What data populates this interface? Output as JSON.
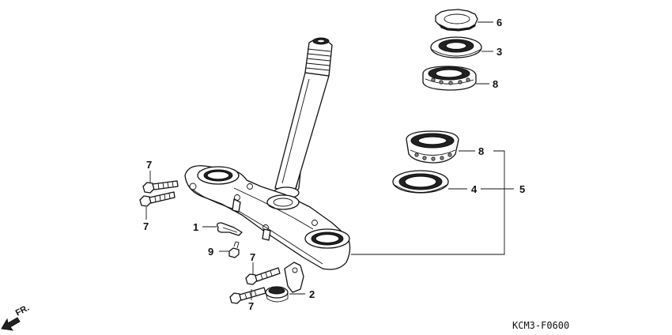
{
  "diagram": {
    "diagram_code": "KCM3-F0600",
    "direction_label": "FR.",
    "callouts": [
      {
        "id": "c6",
        "label": "6"
      },
      {
        "id": "c3",
        "label": "3"
      },
      {
        "id": "c8a",
        "label": "8"
      },
      {
        "id": "c8b",
        "label": "8"
      },
      {
        "id": "c4",
        "label": "4"
      },
      {
        "id": "c5",
        "label": "5"
      },
      {
        "id": "c7a",
        "label": "7"
      },
      {
        "id": "c7b",
        "label": "7"
      },
      {
        "id": "c1",
        "label": "1"
      },
      {
        "id": "c9",
        "label": "9"
      },
      {
        "id": "c7c",
        "label": "7"
      },
      {
        "id": "c7d",
        "label": "7"
      },
      {
        "id": "c2",
        "label": "2"
      }
    ]
  }
}
